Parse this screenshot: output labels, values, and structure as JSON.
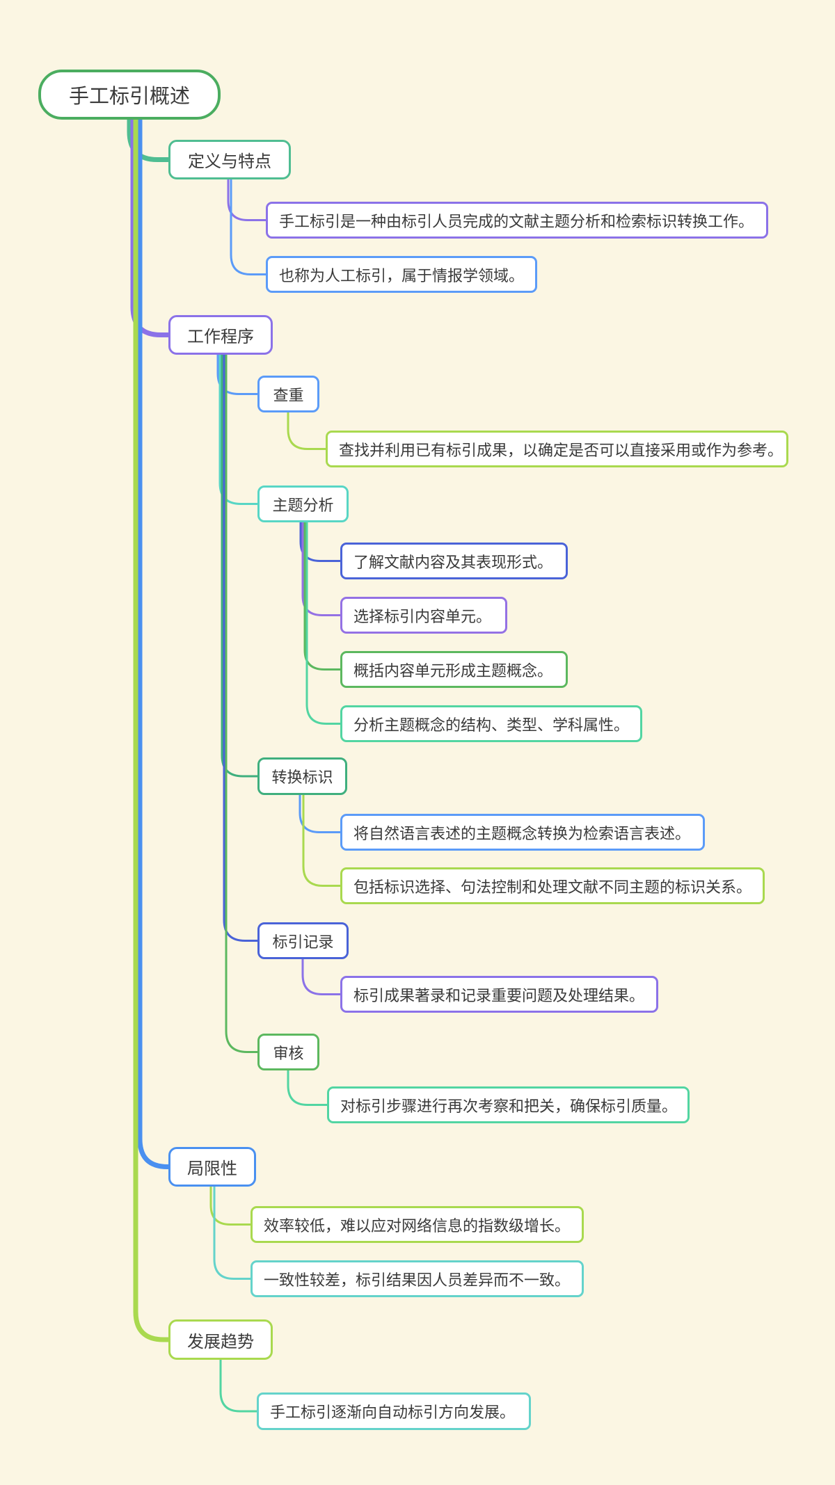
{
  "palette": {
    "background": "#FBF6E3",
    "green": "#4BAD60",
    "teal": "#4FBD92",
    "purple": "#8B72E8",
    "blue": "#5B9BF8",
    "sky": "#4A90F0",
    "lime": "#A9D94F",
    "turquoise": "#58D6C5",
    "seagreen": "#3FAF7E",
    "royal": "#4A63D8",
    "violet": "#9471E4",
    "midgreen": "#5CB85F",
    "mint": "#52D5A2",
    "cyan": "#64D3CB"
  },
  "mindmap": {
    "root": {
      "label": "手工标引概述"
    },
    "branches": [
      {
        "label": "定义与特点",
        "notes": [
          "手工标引是一种由标引人员完成的文献主题分析和检索标识转换工作。",
          "也称为人工标引，属于情报学领域。"
        ]
      },
      {
        "label": "工作程序",
        "steps": [
          {
            "label": "查重",
            "notes": [
              "查找并利用已有标引成果，以确定是否可以直接采用或作为参考。"
            ]
          },
          {
            "label": "主题分析",
            "notes": [
              "了解文献内容及其表现形式。",
              "选择标引内容单元。",
              "概括内容单元形成主题概念。",
              "分析主题概念的结构、类型、学科属性。"
            ]
          },
          {
            "label": "转换标识",
            "notes": [
              "将自然语言表述的主题概念转换为检索语言表述。",
              "包括标识选择、句法控制和处理文献不同主题的标识关系。"
            ]
          },
          {
            "label": "标引记录",
            "notes": [
              "标引成果著录和记录重要问题及处理结果。"
            ]
          },
          {
            "label": "审核",
            "notes": [
              "对标引步骤进行再次考察和把关，确保标引质量。"
            ]
          }
        ]
      },
      {
        "label": "局限性",
        "notes": [
          "效率较低，难以应对网络信息的指数级增长。",
          "一致性较差，标引结果因人员差异而不一致。"
        ]
      },
      {
        "label": "发展趋势",
        "notes": [
          "手工标引逐渐向自动标引方向发展。"
        ]
      }
    ]
  }
}
